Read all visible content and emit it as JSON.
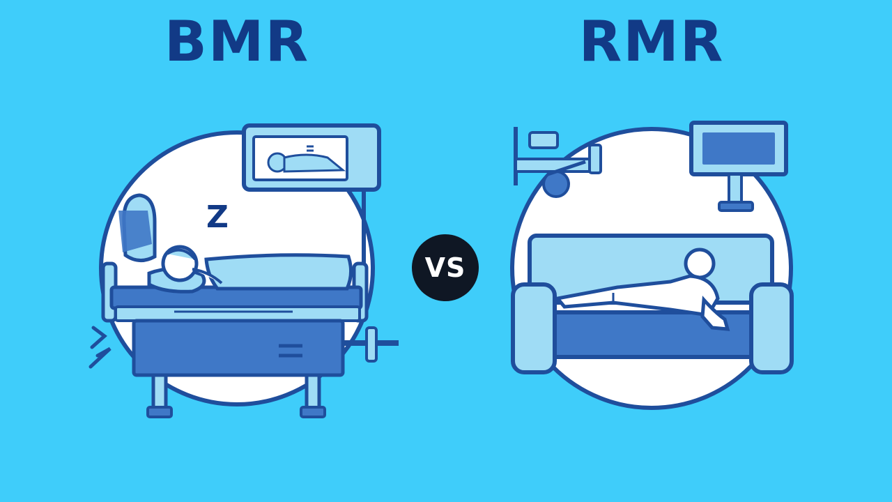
{
  "theme": {
    "background": "#3fcdfa",
    "navy": "#123a86",
    "outline": "#1f4e9c",
    "mid_blue": "#3f78c7",
    "light_blue": "#9fdcf5",
    "circle_fill": "#ffffff",
    "vs_bg": "#0f1724",
    "vs_text": "#ffffff"
  },
  "left_panel": {
    "title": "BMR",
    "scene": "patient-sleeping-in-hospital-bed",
    "sleep_text": "Z"
  },
  "right_panel": {
    "title": "RMR",
    "scene": "person-resting-on-sofa"
  },
  "center": {
    "vs_label": "VS"
  }
}
